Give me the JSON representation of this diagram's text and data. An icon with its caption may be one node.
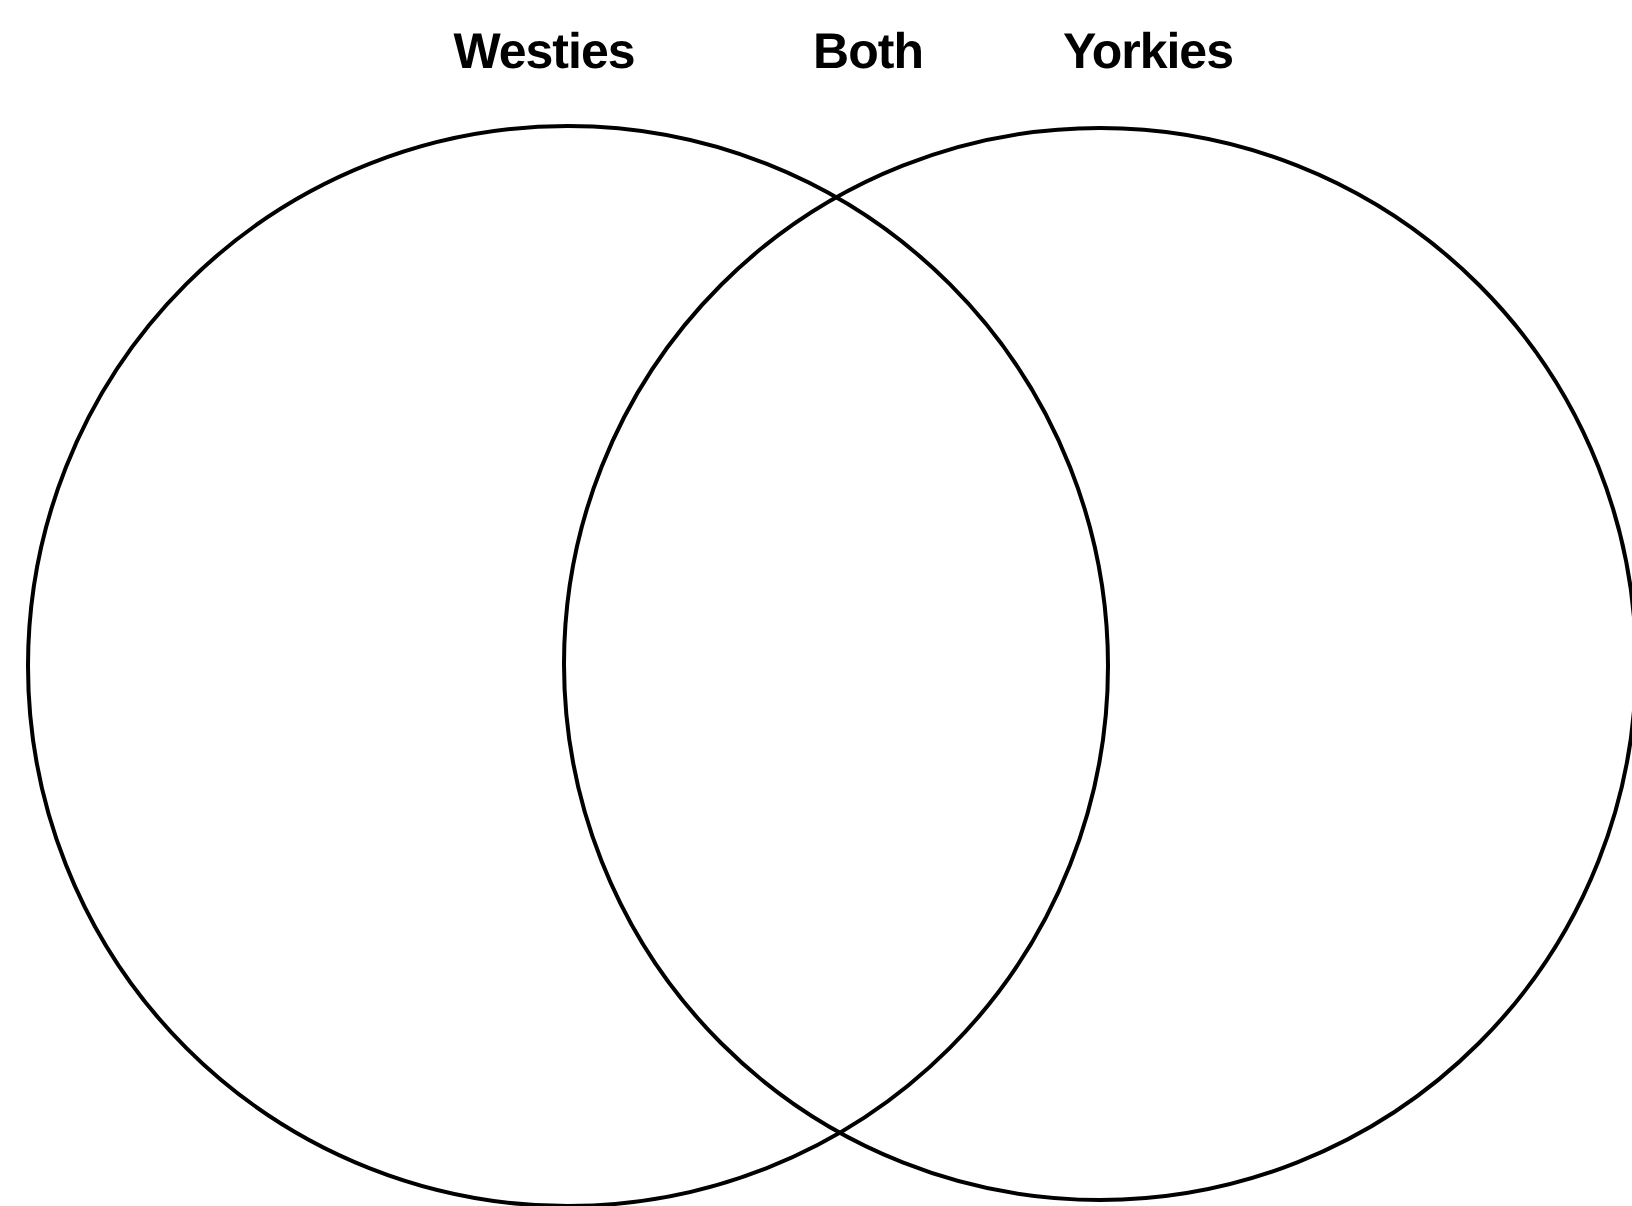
{
  "diagram": {
    "nodes": [
      {
        "text": [
          "Westies"
        ]
      },
      {
        "text": [
          "Yorkies"
        ]
      }
    ],
    "labels": [
      "Both"
    ]
  }
}
